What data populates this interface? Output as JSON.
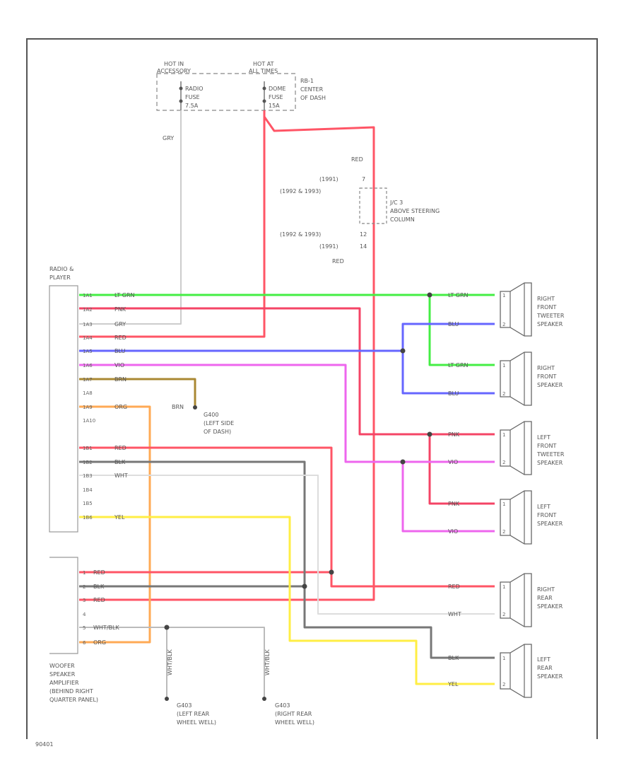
{
  "fuse_block": {
    "hot_in_label": "HOT IN",
    "hot_in_sub": "ACCESSORY",
    "hot_at_label": "HOT AT",
    "hot_at_sub": "ALL TIMES",
    "radio_fuse": [
      "RADIO",
      "FUSE",
      "7.5A"
    ],
    "dome_fuse": [
      "DOME",
      "FUSE",
      "15A"
    ],
    "fuse_location": [
      "RB-1",
      "CENTER",
      "OF DASH"
    ]
  },
  "wires": {
    "gry": "GRY",
    "red": "RED",
    "red_lower": "RED",
    "lt_grn": "LT GRN",
    "pnk": "PNK",
    "blu": "BLU",
    "vio": "VIO",
    "brn": "BRN",
    "org": "ORG",
    "blk": "BLK",
    "wht": "WHT",
    "yel": "YEL",
    "wht_blk": "WHT/BLK"
  },
  "junction": {
    "year1_label": "(1991)",
    "year1_pin": "7",
    "year2_label": "(1992 & 1993)",
    "year2_pin": "",
    "year3_label": "(1992 & 1993)",
    "year3_pin": "12",
    "year4_label": "(1991)",
    "year4_pin": "14",
    "name": [
      "J/C 3",
      "ABOVE STEERING",
      "COLUMN"
    ]
  },
  "radio": {
    "title": [
      "RADIO &",
      "PLAYER"
    ],
    "pins": [
      "1A1",
      "1A2",
      "1A3",
      "1A4",
      "1A5",
      "1A6",
      "1A7",
      "1A8",
      "1A9",
      "1A10",
      "1B1",
      "1B2",
      "1B3",
      "1B4",
      "1B5",
      "1B6"
    ]
  },
  "ground_dash": {
    "wire": "BRN",
    "name": [
      "G400",
      "(LEFT SIDE",
      "OF DASH)"
    ]
  },
  "amplifier": {
    "pins": [
      "1",
      "2",
      "3",
      "4",
      "5",
      "6"
    ],
    "name": [
      "WOOFER",
      "SPEAKER",
      "AMPLIFIER",
      "(BEHIND RIGHT",
      "QUARTER PANEL)"
    ]
  },
  "grounds_rear": [
    {
      "wire": "WHT/BLK",
      "name": [
        "G403",
        "(LEFT REAR",
        "WHEEL WELL)"
      ]
    },
    {
      "wire": "WHT/BLK",
      "name": [
        "G403",
        "(RIGHT REAR",
        "WHEEL WELL)"
      ]
    }
  ],
  "speakers": [
    {
      "name": [
        "RIGHT",
        "FRONT",
        "TWEETER",
        "SPEAKER"
      ]
    },
    {
      "name": [
        "RIGHT",
        "FRONT",
        "SPEAKER"
      ]
    },
    {
      "name": [
        "LEFT",
        "FRONT",
        "TWEETER",
        "SPEAKER"
      ]
    },
    {
      "name": [
        "LEFT",
        "FRONT",
        "SPEAKER"
      ]
    },
    {
      "name": [
        "RIGHT",
        "REAR",
        "SPEAKER"
      ]
    },
    {
      "name": [
        "LEFT",
        "REAR",
        "SPEAKER"
      ]
    }
  ],
  "speaker_pins": [
    "1",
    "2"
  ],
  "footer_code": "90401",
  "colors": {
    "lt_grn": "#44ee44",
    "pnk": "#f44466",
    "gry": "#cccccc",
    "red": "#ff5566",
    "blu": "#6666ff",
    "vio": "#ee66ee",
    "brn": "#aa8833",
    "org": "#ffaa55",
    "blk": "#777777",
    "wht": "#dddddd",
    "yel": "#ffee44",
    "wht_blk": "#bbbbbb",
    "frame": "#444444"
  }
}
